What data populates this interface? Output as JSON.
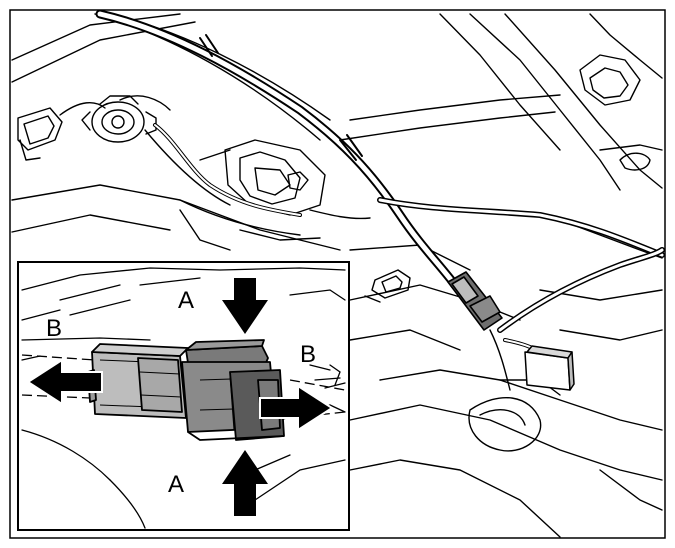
{
  "figure": {
    "labels": {
      "a_top": "A",
      "a_bottom": "A",
      "b_left": "B",
      "b_right": "B"
    },
    "colors": {
      "line": "#000000",
      "paper": "#ffffff",
      "connector_fill": "#bdbdbd",
      "connector_dark": "#7a7a7a",
      "arrow_fill": "#000000"
    },
    "icons": {
      "press_arrow": "down-arrow-icon",
      "press_arrow_up": "up-arrow-icon",
      "pull_arrow_left": "left-arrow-icon",
      "pull_arrow_right": "right-arrow-icon"
    }
  }
}
